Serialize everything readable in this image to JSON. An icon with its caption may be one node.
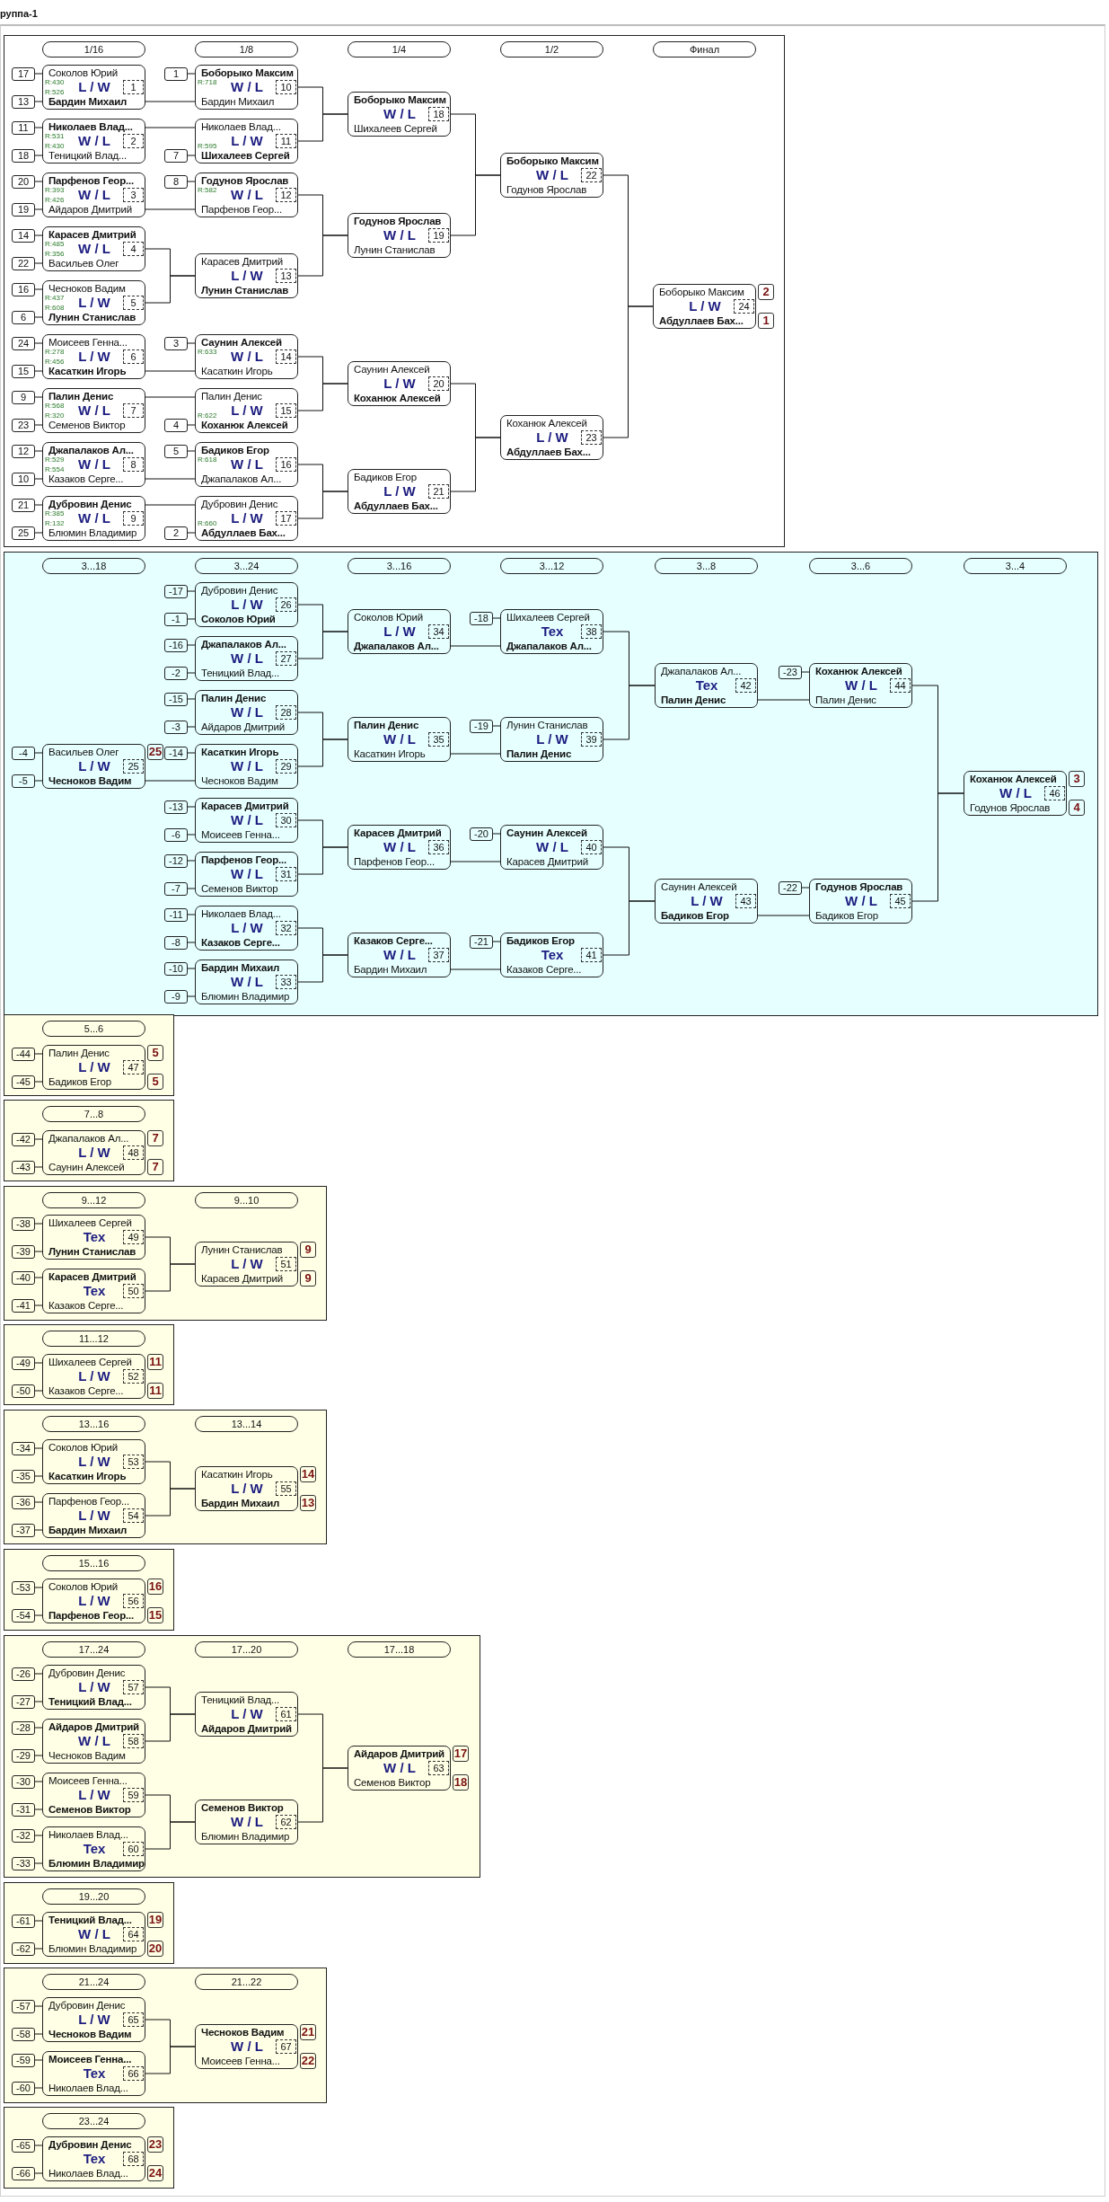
{
  "diagram": {
    "title": "руппа-1",
    "nodes": [
      {
        "text": [],
        "shape": "box"
      },
      {
        "text": [
          "1/16"
        ],
        "in": 0
      },
      {
        "text": [
          "1/8"
        ],
        "in": 0
      },
      {
        "text": [
          "1/4"
        ],
        "in": 0
      },
      {
        "text": [
          "1/2"
        ],
        "in": 0
      },
      {
        "text": [
          "Финал"
        ],
        "in": 0
      },
      {
        "text": [
          "17"
        ],
        "in": 0
      },
      {
        "text": [
          "13"
        ],
        "in": 0
      },
      {
        "text": [
          "Соколов Юрий",
          "R:430",
          "L / W",
          "1",
          "R:526",
          "**Бардин Михаил**"
        ],
        "in": 0
      },
      {
        "text": [
          "11"
        ],
        "in": 0
      },
      {
        "text": [
          "18"
        ],
        "in": 0
      },
      {
        "text": [
          "**Николаев Влад...**",
          "R:531",
          "W / L",
          "2",
          "R:430",
          "Теницкий Влад..."
        ],
        "in": 0
      },
      {
        "text": [
          "20"
        ],
        "in": 0
      },
      {
        "text": [
          "19"
        ],
        "in": 0
      },
      {
        "text": [
          "**Парфенов Геор...**",
          "R:393",
          "W / L",
          "3",
          "R:426",
          "Айдаров Дмитрий"
        ],
        "in": 0
      },
      {
        "text": [
          "14"
        ],
        "in": 0
      },
      {
        "text": [
          "22"
        ],
        "in": 0
      },
      {
        "text": [
          "**Карасев Дмитрий**",
          "R:485",
          "W / L",
          "4",
          "R:356",
          "Васильев Олег"
        ],
        "in": 0
      },
      {
        "text": [
          "16"
        ],
        "in": 0
      },
      {
        "text": [
          "6"
        ],
        "in": 0
      },
      {
        "text": [
          "Чесноков Вадим",
          "R:437",
          "L / W",
          "5",
          "R:608",
          "**Лунин Станислав**"
        ],
        "in": 0
      },
      {
        "text": [
          "24"
        ],
        "in": 0
      },
      {
        "text": [
          "15"
        ],
        "in": 0
      },
      {
        "text": [
          "Моисеев Генна...",
          "R:278",
          "L / W",
          "6",
          "R:456",
          "**Касаткин Игорь**"
        ],
        "in": 0
      },
      {
        "text": [
          "9"
        ],
        "in": 0
      },
      {
        "text": [
          "23"
        ],
        "in": 0
      },
      {
        "text": [
          "**Палин Денис**",
          "R:568",
          "W / L",
          "7",
          "R:320",
          "Семенов Виктор"
        ],
        "in": 0
      },
      {
        "text": [
          "12"
        ],
        "in": 0
      },
      {
        "text": [
          "10"
        ],
        "in": 0
      },
      {
        "text": [
          "**Джапалаков Ал...**",
          "R:529",
          "W / L",
          "8",
          "R:554",
          "Казаков Серге..."
        ],
        "in": 0
      },
      {
        "text": [
          "21"
        ],
        "in": 0
      },
      {
        "text": [
          "25"
        ],
        "in": 0
      },
      {
        "text": [
          "**Дубровин Денис**",
          "R:385",
          "W / L",
          "9",
          "R:132",
          "Блюмин Владимир"
        ],
        "in": 0
      },
      {
        "text": [
          "1"
        ],
        "in": 0
      },
      {
        "text": [
          "**Боборыко Максим**",
          "R:718",
          "W / L",
          "10",
          "Бардин Михаил"
        ],
        "in": 0
      },
      {
        "text": [
          "7"
        ],
        "in": 0
      },
      {
        "text": [
          "Николаев Влад...",
          "L / W",
          "11",
          "R:595",
          "**Шихалеев Сергей**"
        ],
        "in": 0
      },
      {
        "text": [
          "8"
        ],
        "in": 0
      },
      {
        "text": [
          "**Годунов Ярослав**",
          "R:582",
          "W / L",
          "12",
          "Парфенов Геор..."
        ],
        "in": 0
      },
      {
        "text": [
          "Карасев Дмитрий",
          "L / W",
          "13",
          "**Лунин Станислав**"
        ],
        "in": 0
      },
      {
        "text": [
          "3"
        ],
        "in": 0
      },
      {
        "text": [
          "**Саунин Алексей**",
          "R:633",
          "W / L",
          "14",
          "Касаткин Игорь"
        ],
        "in": 0
      },
      {
        "text": [
          "4"
        ],
        "in": 0
      },
      {
        "text": [
          "Палин Денис",
          "L / W",
          "15",
          "R:622",
          "**Коханюк Алексей**"
        ],
        "in": 0
      },
      {
        "text": [
          "5"
        ],
        "in": 0
      },
      {
        "text": [
          "**Бадиков Егор**",
          "R:618",
          "W / L",
          "16",
          "Джапалаков Ал..."
        ],
        "in": 0
      },
      {
        "text": [
          "2"
        ],
        "in": 0
      },
      {
        "text": [
          "Дубровин Денис",
          "L / W",
          "17",
          "R:660",
          "**Абдуллаев Бах...**"
        ],
        "in": 0
      },
      {
        "text": [
          "**Боборыко Максим**",
          "W / L",
          "18",
          "Шихалеев Сергей"
        ],
        "in": 0
      },
      {
        "text": [
          "**Годунов Ярослав**",
          "W / L",
          "19",
          "Лунин Станислав"
        ],
        "in": 0
      },
      {
        "text": [
          "Саунин Алексей",
          "L / W",
          "20",
          "**Коханюк Алексей**"
        ],
        "in": 0
      },
      {
        "text": [
          "Бадиков Егор",
          "L / W",
          "21",
          "**Абдуллаев Бах...**"
        ],
        "in": 0
      },
      {
        "text": [
          "**Боборыко Максим**",
          "W / L",
          "22",
          "Годунов Ярослав"
        ],
        "in": 0
      },
      {
        "text": [
          "Коханюк Алексей",
          "L / W",
          "23",
          "**Абдуллаев Бах...**"
        ],
        "in": 0
      },
      {
        "text": [
          "Боборыко Максим",
          "L / W",
          "24",
          "**Абдуллаев Бах...**"
        ],
        "in": 0,
        "beside": [
          "2",
          "1"
        ]
      },
      {
        "text": [],
        "shape": "box"
      },
      {
        "text": [
          "3...18"
        ],
        "in": 55
      },
      {
        "text": [
          "3...24"
        ],
        "in": 55
      },
      {
        "text": [
          "3...16"
        ],
        "in": 55
      },
      {
        "text": [
          "3...12"
        ],
        "in": 55
      },
      {
        "text": [
          "3...8"
        ],
        "in": 55
      },
      {
        "text": [
          "3...6"
        ],
        "in": 55
      },
      {
        "text": [
          "3...4"
        ],
        "in": 55
      },
      {
        "text": [
          "-4"
        ],
        "in": 55
      },
      {
        "text": [
          "-5"
        ],
        "in": 55
      },
      {
        "text": [
          "Васильев Олег",
          "L / W",
          "25",
          "**Чесноков Вадим**"
        ],
        "in": 55,
        "beside": [
          "25"
        ]
      },
      {
        "text": [
          "-17"
        ],
        "in": 55
      },
      {
        "text": [
          "-1"
        ],
        "in": 55
      },
      {
        "text": [
          "Дубровин Денис",
          "L / W",
          "26",
          "**Соколов Юрий**"
        ],
        "in": 55
      },
      {
        "text": [
          "-16"
        ],
        "in": 55
      },
      {
        "text": [
          "-2"
        ],
        "in": 55
      },
      {
        "text": [
          "**Джапалаков Ал...**",
          "W / L",
          "27",
          "Теницкий Влад..."
        ],
        "in": 55
      },
      {
        "text": [
          "-15"
        ],
        "in": 55
      },
      {
        "text": [
          "-3"
        ],
        "in": 55
      },
      {
        "text": [
          "**Палин Денис**",
          "W / L",
          "28",
          "Айдаров Дмитрий"
        ],
        "in": 55
      },
      {
        "text": [
          "-14"
        ],
        "in": 55
      },
      {
        "text": [
          "**Касаткин Игорь**",
          "W / L",
          "29",
          "Чесноков Вадим"
        ],
        "in": 55
      },
      {
        "text": [
          "-13"
        ],
        "in": 55
      },
      {
        "text": [
          "-6"
        ],
        "in": 55
      },
      {
        "text": [
          "**Карасев Дмитрий**",
          "W / L",
          "30",
          "Моисеев Генна..."
        ],
        "in": 55
      },
      {
        "text": [
          "-12"
        ],
        "in": 55
      },
      {
        "text": [
          "-7"
        ],
        "in": 55
      },
      {
        "text": [
          "**Парфенов Геор...**",
          "W / L",
          "31",
          "Семенов Виктор"
        ],
        "in": 55
      },
      {
        "text": [
          "-11"
        ],
        "in": 55
      },
      {
        "text": [
          "-8"
        ],
        "in": 55
      },
      {
        "text": [
          "Николаев Влад...",
          "L / W",
          "32",
          "**Казаков Серге...**"
        ],
        "in": 55
      },
      {
        "text": [
          "-10"
        ],
        "in": 55
      },
      {
        "text": [
          "-9"
        ],
        "in": 55
      },
      {
        "text": [
          "**Бардин Михаил**",
          "W / L",
          "33",
          "Блюмин Владимир"
        ],
        "in": 55
      },
      {
        "text": [
          "Соколов Юрий",
          "L / W",
          "34",
          "**Джапалаков Ал...**"
        ],
        "in": 55
      },
      {
        "text": [
          "**Палин Денис**",
          "W / L",
          "35",
          "Касаткин Игорь"
        ],
        "in": 55
      },
      {
        "text": [
          "**Карасев Дмитрий**",
          "W / L",
          "36",
          "Парфенов Геор..."
        ],
        "in": 55
      },
      {
        "text": [
          "**Казаков Серге...**",
          "W / L",
          "37",
          "Бардин Михаил"
        ],
        "in": 55
      },
      {
        "text": [
          "-18"
        ],
        "in": 55
      },
      {
        "text": [
          "Шихалеев Сергей",
          "Tex",
          "38",
          "**Джапалаков Ал...**"
        ],
        "in": 55
      },
      {
        "text": [
          "-19"
        ],
        "in": 55
      },
      {
        "text": [
          "Лунин Станислав",
          "L / W",
          "39",
          "**Палин Денис**"
        ],
        "in": 55
      },
      {
        "text": [
          "-20"
        ],
        "in": 55
      },
      {
        "text": [
          "**Саунин Алексей**",
          "W / L",
          "40",
          "Карасев Дмитрий"
        ],
        "in": 55
      },
      {
        "text": [
          "-21"
        ],
        "in": 55
      },
      {
        "text": [
          "**Бадиков Егор**",
          "Tex",
          "41",
          "Казаков Серге..."
        ],
        "in": 55
      },
      {
        "text": [
          "Джапалаков Ал...",
          "Tex",
          "42",
          "**Палин Денис**"
        ],
        "in": 55
      },
      {
        "text": [
          "Саунин Алексей",
          "L / W",
          "43",
          "**Бадиков Егор**"
        ],
        "in": 55
      },
      {
        "text": [
          "-23"
        ],
        "in": 55
      },
      {
        "text": [
          "**Коханюк Алексей**",
          "W / L",
          "44",
          "Палин Денис"
        ],
        "in": 55
      },
      {
        "text": [
          "-22"
        ],
        "in": 55
      },
      {
        "text": [
          "**Годунов Ярослав**",
          "W / L",
          "45",
          "Бадиков Егор"
        ],
        "in": 55
      },
      {
        "text": [
          "**Коханюк Алексей**",
          "W / L",
          "46",
          "Годунов Ярослав"
        ],
        "in": 55,
        "beside": [
          "3",
          "4"
        ]
      },
      {
        "text": [],
        "shape": "box"
      },
      {
        "text": [
          "5...6"
        ],
        "in": 108
      },
      {
        "text": [
          "-44"
        ],
        "in": 108
      },
      {
        "text": [
          "-45"
        ],
        "in": 108
      },
      {
        "text": [
          "Палин Денис",
          "L / W",
          "47",
          "Бадиков Егор"
        ],
        "in": 108,
        "beside": [
          "5",
          "5"
        ]
      },
      {
        "text": [],
        "shape": "box"
      },
      {
        "text": [
          "7...8"
        ],
        "in": 113
      },
      {
        "text": [
          "-42"
        ],
        "in": 113
      },
      {
        "text": [
          "-43"
        ],
        "in": 113
      },
      {
        "text": [
          "Джапалаков Ал...",
          "L / W",
          "48",
          "Саунин Алексей"
        ],
        "in": 113,
        "beside": [
          "7",
          "7"
        ]
      },
      {
        "text": [],
        "shape": "box"
      },
      {
        "text": [
          "9...12"
        ],
        "in": 118
      },
      {
        "text": [
          "9...10"
        ],
        "in": 118
      },
      {
        "text": [
          "-38"
        ],
        "in": 118
      },
      {
        "text": [
          "-39"
        ],
        "in": 118
      },
      {
        "text": [
          "Шихалеев Сергей",
          "Tex",
          "49",
          "**Лунин Станислав**"
        ],
        "in": 118
      },
      {
        "text": [
          "-40"
        ],
        "in": 118
      },
      {
        "text": [
          "-41"
        ],
        "in": 118
      },
      {
        "text": [
          "**Карасев Дмитрий**",
          "Tex",
          "50",
          "Казаков Серге..."
        ],
        "in": 118
      },
      {
        "text": [
          "Лунин Станислав",
          "L / W",
          "51",
          "Карасев Дмитрий"
        ],
        "in": 118,
        "beside": [
          "9",
          "9"
        ]
      },
      {
        "text": [],
        "shape": "box"
      },
      {
        "text": [
          "11...12"
        ],
        "in": 128
      },
      {
        "text": [
          "-49"
        ],
        "in": 128
      },
      {
        "text": [
          "-50"
        ],
        "in": 128
      },
      {
        "text": [
          "Шихалеев Сергей",
          "L / W",
          "52",
          "Казаков Серге..."
        ],
        "in": 128,
        "beside": [
          "11",
          "11"
        ]
      },
      {
        "text": [],
        "shape": "box"
      },
      {
        "text": [
          "13...16"
        ],
        "in": 133
      },
      {
        "text": [
          "13...14"
        ],
        "in": 133
      },
      {
        "text": [
          "-34"
        ],
        "in": 133
      },
      {
        "text": [
          "-35"
        ],
        "in": 133
      },
      {
        "text": [
          "Соколов Юрий",
          "L / W",
          "53",
          "**Касаткин Игорь**"
        ],
        "in": 133
      },
      {
        "text": [
          "-36"
        ],
        "in": 133
      },
      {
        "text": [
          "-37"
        ],
        "in": 133
      },
      {
        "text": [
          "Парфенов Геор...",
          "L / W",
          "54",
          "**Бардин Михаил**"
        ],
        "in": 133
      },
      {
        "text": [
          "Касаткин Игорь",
          "L / W",
          "55",
          "**Бардин Михаил**"
        ],
        "in": 133,
        "beside": [
          "14",
          "13"
        ]
      },
      {
        "text": [],
        "shape": "box"
      },
      {
        "text": [
          "15...16"
        ],
        "in": 143
      },
      {
        "text": [
          "-53"
        ],
        "in": 143
      },
      {
        "text": [
          "-54"
        ],
        "in": 143
      },
      {
        "text": [
          "Соколов Юрий",
          "L / W",
          "56",
          "**Парфенов Геор...**"
        ],
        "in": 143,
        "beside": [
          "16",
          "15"
        ]
      },
      {
        "text": [],
        "shape": "box"
      },
      {
        "text": [
          "17...24"
        ],
        "in": 148
      },
      {
        "text": [
          "17...20"
        ],
        "in": 148
      },
      {
        "text": [
          "17...18"
        ],
        "in": 148
      },
      {
        "text": [
          "-26"
        ],
        "in": 148
      },
      {
        "text": [
          "-27"
        ],
        "in": 148
      },
      {
        "text": [
          "Дубровин Денис",
          "L / W",
          "57",
          "**Теницкий Влад...**"
        ],
        "in": 148
      },
      {
        "text": [
          "-28"
        ],
        "in": 148
      },
      {
        "text": [
          "-29"
        ],
        "in": 148
      },
      {
        "text": [
          "**Айдаров Дмитрий**",
          "W / L",
          "58",
          "Чесноков Вадим"
        ],
        "in": 148
      },
      {
        "text": [
          "-30"
        ],
        "in": 148
      },
      {
        "text": [
          "-31"
        ],
        "in": 148
      },
      {
        "text": [
          "Моисеев Генна...",
          "L / W",
          "59",
          "**Семенов Виктор**"
        ],
        "in": 148
      },
      {
        "text": [
          "-32"
        ],
        "in": 148
      },
      {
        "text": [
          "-33"
        ],
        "in": 148
      },
      {
        "text": [
          "Николаев Влад...",
          "Tex",
          "60",
          "**Блюмин Владимир**"
        ],
        "in": 148
      },
      {
        "text": [
          "Теницкий Влад...",
          "L / W",
          "61",
          "**Айдаров Дмитрий**"
        ],
        "in": 148
      },
      {
        "text": [
          "**Семенов Виктор**",
          "W / L",
          "62",
          "Блюмин Владимир"
        ],
        "in": 148
      },
      {
        "text": [
          "**Айдаров Дмитрий**",
          "W / L",
          "63",
          "Семенов Виктор"
        ],
        "in": 148,
        "beside": [
          "17",
          "18"
        ]
      },
      {
        "text": [],
        "shape": "box"
      },
      {
        "text": [
          "19...20"
        ],
        "in": 167
      },
      {
        "text": [
          "-61"
        ],
        "in": 167
      },
      {
        "text": [
          "-62"
        ],
        "in": 167
      },
      {
        "text": [
          "**Теницкий Влад...**",
          "W / L",
          "64",
          "Блюмин Владимир"
        ],
        "in": 167,
        "beside": [
          "19",
          "20"
        ]
      },
      {
        "text": [],
        "shape": "box"
      },
      {
        "text": [
          "21...24"
        ],
        "in": 172
      },
      {
        "text": [
          "21...22"
        ],
        "in": 172
      },
      {
        "text": [
          "-57"
        ],
        "in": 172
      },
      {
        "text": [
          "-58"
        ],
        "in": 172
      },
      {
        "text": [
          "Дубровин Денис",
          "L / W",
          "65",
          "**Чесноков Вадим**"
        ],
        "in": 172
      },
      {
        "text": [
          "-59"
        ],
        "in": 172
      },
      {
        "text": [
          "-60"
        ],
        "in": 172
      },
      {
        "text": [
          "**Моисеев Генна...**",
          "Tex",
          "66",
          "Николаев Влад..."
        ],
        "in": 172
      },
      {
        "text": [
          "**Чесноков Вадим**",
          "W / L",
          "67",
          "Моисеев Генна..."
        ],
        "in": 172,
        "beside": [
          "21",
          "22"
        ]
      },
      {
        "text": [],
        "shape": "box"
      },
      {
        "text": [
          "23...24"
        ],
        "in": 182
      },
      {
        "text": [
          "-65"
        ],
        "in": 182
      },
      {
        "text": [
          "-66"
        ],
        "in": 182
      },
      {
        "text": [
          "**Дубровин Денис**",
          "Tex",
          "68",
          "Николаев Влад..."
        ],
        "in": 182,
        "beside": [
          "23",
          "24"
        ]
      }
    ],
    "edges": [
      {
        "from": 6,
        "to": 8,
        "arrow": "none"
      },
      {
        "from": 7,
        "to": 8,
        "arrow": "none"
      },
      {
        "from": 9,
        "to": 11,
        "arrow": "none"
      },
      {
        "from": 10,
        "to": 11,
        "arrow": "none"
      },
      {
        "from": 12,
        "to": 14,
        "arrow": "none"
      },
      {
        "from": 13,
        "to": 14,
        "arrow": "none"
      },
      {
        "from": 15,
        "to": 17,
        "arrow": "none"
      },
      {
        "from": 16,
        "to": 17,
        "arrow": "none"
      },
      {
        "from": 18,
        "to": 20,
        "arrow": "none"
      },
      {
        "from": 19,
        "to": 20,
        "arrow": "none"
      },
      {
        "from": 21,
        "to": 23,
        "arrow": "none"
      },
      {
        "from": 22,
        "to": 23,
        "arrow": "none"
      },
      {
        "from": 24,
        "to": 26,
        "arrow": "none"
      },
      {
        "from": 25,
        "to": 26,
        "arrow": "none"
      },
      {
        "from": 27,
        "to": 29,
        "arrow": "none"
      },
      {
        "from": 28,
        "to": 29,
        "arrow": "none"
      },
      {
        "from": 30,
        "to": 32,
        "arrow": "none"
      },
      {
        "from": 31,
        "to": 32,
        "arrow": "none"
      },
      {
        "from": 33,
        "to": 34,
        "arrow": "none"
      },
      {
        "from": 35,
        "to": 36,
        "arrow": "none"
      },
      {
        "from": 37,
        "to": 38,
        "arrow": "none"
      },
      {
        "from": 40,
        "to": 41,
        "arrow": "none"
      },
      {
        "from": 42,
        "to": 43,
        "arrow": "none"
      },
      {
        "from": 44,
        "to": 45,
        "arrow": "none"
      },
      {
        "from": 46,
        "to": 47,
        "arrow": "none"
      },
      {
        "from": 8,
        "to": 34,
        "arrow": "none"
      },
      {
        "from": 11,
        "to": 36,
        "arrow": "none"
      },
      {
        "from": 14,
        "to": 38,
        "arrow": "none"
      },
      {
        "from": 17,
        "to": 39,
        "arrow": "none"
      },
      {
        "from": 20,
        "to": 39,
        "arrow": "none"
      },
      {
        "from": 23,
        "to": 41,
        "arrow": "none"
      },
      {
        "from": 26,
        "to": 43,
        "arrow": "none"
      },
      {
        "from": 29,
        "to": 45,
        "arrow": "none"
      },
      {
        "from": 32,
        "to": 47,
        "arrow": "none"
      },
      {
        "from": 34,
        "to": 48,
        "arrow": "none"
      },
      {
        "from": 36,
        "to": 48,
        "arrow": "none"
      },
      {
        "from": 38,
        "to": 49,
        "arrow": "none"
      },
      {
        "from": 39,
        "to": 49,
        "arrow": "none"
      },
      {
        "from": 41,
        "to": 50,
        "arrow": "none"
      },
      {
        "from": 43,
        "to": 50,
        "arrow": "none"
      },
      {
        "from": 45,
        "to": 51,
        "arrow": "none"
      },
      {
        "from": 47,
        "to": 51,
        "arrow": "none"
      },
      {
        "from": 48,
        "to": 52,
        "arrow": "none"
      },
      {
        "from": 49,
        "to": 52,
        "arrow": "none"
      },
      {
        "from": 50,
        "to": 53,
        "arrow": "none"
      },
      {
        "from": 51,
        "to": 53,
        "arrow": "none"
      },
      {
        "from": 52,
        "to": 54,
        "arrow": "none"
      },
      {
        "from": 53,
        "to": 54,
        "arrow": "none"
      },
      {
        "from": 63,
        "to": 65,
        "arrow": "none"
      },
      {
        "from": 64,
        "to": 65,
        "arrow": "none"
      },
      {
        "from": 66,
        "to": 68,
        "arrow": "none"
      },
      {
        "from": 67,
        "to": 68,
        "arrow": "none"
      },
      {
        "from": 69,
        "to": 71,
        "arrow": "none"
      },
      {
        "from": 70,
        "to": 71,
        "arrow": "none"
      },
      {
        "from": 72,
        "to": 74,
        "arrow": "none"
      },
      {
        "from": 73,
        "to": 74,
        "arrow": "none"
      },
      {
        "from": 75,
        "to": 76,
        "arrow": "none"
      },
      {
        "from": 77,
        "to": 79,
        "arrow": "none"
      },
      {
        "from": 78,
        "to": 79,
        "arrow": "none"
      },
      {
        "from": 80,
        "to": 82,
        "arrow": "none"
      },
      {
        "from": 81,
        "to": 82,
        "arrow": "none"
      },
      {
        "from": 83,
        "to": 85,
        "arrow": "none"
      },
      {
        "from": 84,
        "to": 85,
        "arrow": "none"
      },
      {
        "from": 86,
        "to": 88,
        "arrow": "none"
      },
      {
        "from": 87,
        "to": 88,
        "arrow": "none"
      },
      {
        "from": 93,
        "to": 94,
        "arrow": "none"
      },
      {
        "from": 95,
        "to": 96,
        "arrow": "none"
      },
      {
        "from": 97,
        "to": 98,
        "arrow": "none"
      },
      {
        "from": 99,
        "to": 100,
        "arrow": "none"
      },
      {
        "from": 103,
        "to": 104,
        "arrow": "none"
      },
      {
        "from": 105,
        "to": 106,
        "arrow": "none"
      },
      {
        "from": 65,
        "to": 76,
        "arrow": "none"
      },
      {
        "from": 68,
        "to": 89,
        "arrow": "none"
      },
      {
        "from": 71,
        "to": 89,
        "arrow": "none"
      },
      {
        "from": 74,
        "to": 90,
        "arrow": "none"
      },
      {
        "from": 76,
        "to": 90,
        "arrow": "none"
      },
      {
        "from": 79,
        "to": 91,
        "arrow": "none"
      },
      {
        "from": 82,
        "to": 91,
        "arrow": "none"
      },
      {
        "from": 85,
        "to": 92,
        "arrow": "none"
      },
      {
        "from": 88,
        "to": 92,
        "arrow": "none"
      },
      {
        "from": 89,
        "to": 94,
        "arrow": "none"
      },
      {
        "from": 90,
        "to": 96,
        "arrow": "none"
      },
      {
        "from": 91,
        "to": 98,
        "arrow": "none"
      },
      {
        "from": 92,
        "to": 100,
        "arrow": "none"
      },
      {
        "from": 94,
        "to": 101,
        "arrow": "none"
      },
      {
        "from": 96,
        "to": 101,
        "arrow": "none"
      },
      {
        "from": 98,
        "to": 102,
        "arrow": "none"
      },
      {
        "from": 100,
        "to": 102,
        "arrow": "none"
      },
      {
        "from": 101,
        "to": 104,
        "arrow": "none"
      },
      {
        "from": 102,
        "to": 106,
        "arrow": "none"
      },
      {
        "from": 104,
        "to": 107,
        "arrow": "none"
      },
      {
        "from": 106,
        "to": 107,
        "arrow": "none"
      },
      {
        "from": 110,
        "to": 112,
        "arrow": "none"
      },
      {
        "from": 111,
        "to": 112,
        "arrow": "none"
      },
      {
        "from": 115,
        "to": 117,
        "arrow": "none"
      },
      {
        "from": 116,
        "to": 117,
        "arrow": "none"
      },
      {
        "from": 121,
        "to": 123,
        "arrow": "none"
      },
      {
        "from": 122,
        "to": 123,
        "arrow": "none"
      },
      {
        "from": 124,
        "to": 126,
        "arrow": "none"
      },
      {
        "from": 125,
        "to": 126,
        "arrow": "none"
      },
      {
        "from": 123,
        "to": 127,
        "arrow": "none"
      },
      {
        "from": 126,
        "to": 127,
        "arrow": "none"
      },
      {
        "from": 130,
        "to": 132,
        "arrow": "none"
      },
      {
        "from": 131,
        "to": 132,
        "arrow": "none"
      },
      {
        "from": 136,
        "to": 138,
        "arrow": "none"
      },
      {
        "from": 137,
        "to": 138,
        "arrow": "none"
      },
      {
        "from": 139,
        "to": 141,
        "arrow": "none"
      },
      {
        "from": 140,
        "to": 141,
        "arrow": "none"
      },
      {
        "from": 138,
        "to": 142,
        "arrow": "none"
      },
      {
        "from": 141,
        "to": 142,
        "arrow": "none"
      },
      {
        "from": 145,
        "to": 147,
        "arrow": "none"
      },
      {
        "from": 146,
        "to": 147,
        "arrow": "none"
      },
      {
        "from": 152,
        "to": 154,
        "arrow": "none"
      },
      {
        "from": 153,
        "to": 154,
        "arrow": "none"
      },
      {
        "from": 155,
        "to": 157,
        "arrow": "none"
      },
      {
        "from": 156,
        "to": 157,
        "arrow": "none"
      },
      {
        "from": 158,
        "to": 160,
        "arrow": "none"
      },
      {
        "from": 159,
        "to": 160,
        "arrow": "none"
      },
      {
        "from": 161,
        "to": 163,
        "arrow": "none"
      },
      {
        "from": 162,
        "to": 163,
        "arrow": "none"
      },
      {
        "from": 154,
        "to": 164,
        "arrow": "none"
      },
      {
        "from": 157,
        "to": 164,
        "arrow": "none"
      },
      {
        "from": 160,
        "to": 165,
        "arrow": "none"
      },
      {
        "from": 163,
        "to": 165,
        "arrow": "none"
      },
      {
        "from": 164,
        "to": 166,
        "arrow": "none"
      },
      {
        "from": 165,
        "to": 166,
        "arrow": "none"
      },
      {
        "from": 169,
        "to": 171,
        "arrow": "none"
      },
      {
        "from": 170,
        "to": 171,
        "arrow": "none"
      },
      {
        "from": 175,
        "to": 177,
        "arrow": "none"
      },
      {
        "from": 176,
        "to": 177,
        "arrow": "none"
      },
      {
        "from": 178,
        "to": 180,
        "arrow": "none"
      },
      {
        "from": 179,
        "to": 180,
        "arrow": "none"
      },
      {
        "from": 177,
        "to": 181,
        "arrow": "none"
      },
      {
        "from": 180,
        "to": 181,
        "arrow": "none"
      },
      {
        "from": 184,
        "to": 186,
        "arrow": "none"
      },
      {
        "from": 185,
        "to": 186,
        "arrow": "none"
      }
    ]
  }
}
